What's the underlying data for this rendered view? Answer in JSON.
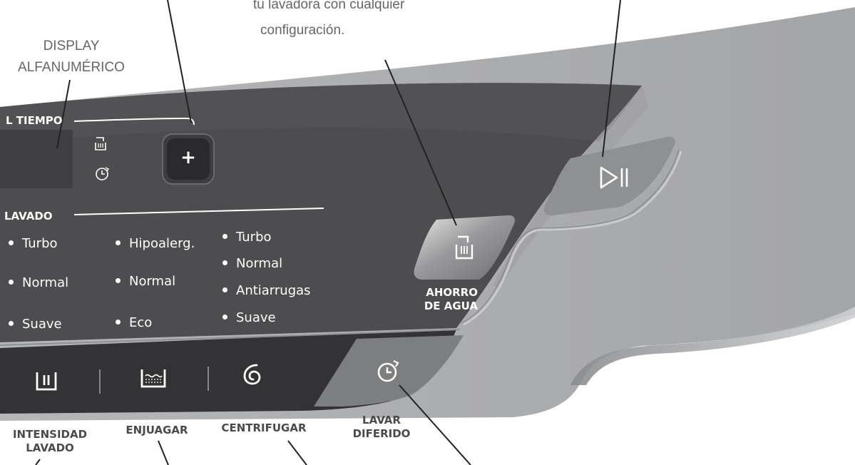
{
  "callouts": {
    "top_text_line1": "tu lavadora con cualquier",
    "top_text_line2": "configuración.",
    "display_line1": "DISPLAY",
    "display_line2": "ALFANUMÉRICO"
  },
  "time_section": {
    "title": "L TIEMPO",
    "plus_label": "+"
  },
  "wash_section": {
    "title": "LAVADO",
    "col1": [
      "Turbo",
      "Normal",
      "Suave"
    ],
    "col2": [
      "Hipoalerg.",
      "Normal",
      "Eco"
    ],
    "col3": [
      "Turbo",
      "Normal",
      "Antiarrugas",
      "Suave"
    ]
  },
  "water_saving": {
    "line1": "AHORRO",
    "line2": "DE AGUA"
  },
  "bottom_labels": {
    "intensity_line1": "INTENSIDAD",
    "intensity_line2": "LAVADO",
    "rinse": "ENJUAGAR",
    "spin": "CENTRIFUGAR",
    "delay_line1": "LAVAR",
    "delay_line2": "DIFERIDO"
  },
  "icons": [
    "water-tap-icon",
    "clock-icon",
    "plus-icon",
    "play-pause-icon",
    "wash-tub-icon",
    "rinse-icon",
    "spin-icon",
    "delay-clock-icon"
  ],
  "colors": {
    "panel_dark": "#4d4d4f",
    "panel_mid": "#5e5f61",
    "bottom_strip": "#3a3a3c",
    "body_light": "#a7a8aa",
    "label_gray": "#4a4a4a",
    "callout_gray": "#666666"
  }
}
